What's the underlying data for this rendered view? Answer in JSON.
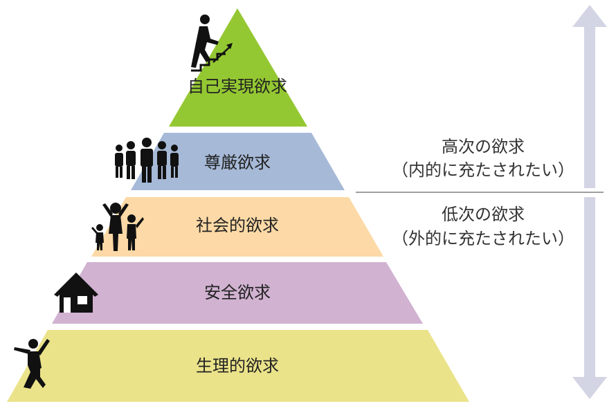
{
  "levels": [
    {
      "id": "self_actualization",
      "label": "自己実現欲求",
      "color": "#94c832",
      "icon": "stair-climber-icon"
    },
    {
      "id": "esteem",
      "label": "尊厳欲求",
      "color": "#a6b9d7",
      "icon": "group-people-icon"
    },
    {
      "id": "social",
      "label": "社会的欲求",
      "color": "#fcd9a6",
      "icon": "family-icon"
    },
    {
      "id": "safety",
      "label": "安全欲求",
      "color": "#d1b2d1",
      "icon": "house-icon"
    },
    {
      "id": "physiological",
      "label": "生理的欲求",
      "color": "#ebe38a",
      "icon": "jumping-person-icon"
    }
  ],
  "side": {
    "higher": {
      "line1": "高次の欲求",
      "line2": "（内的に充たされたい）"
    },
    "lower": {
      "line1": "低次の欲求",
      "line2": "（外的に充たされたい）"
    }
  },
  "colors": {
    "arrow": "#d3d4e4",
    "divider": "#7f7f7f"
  }
}
